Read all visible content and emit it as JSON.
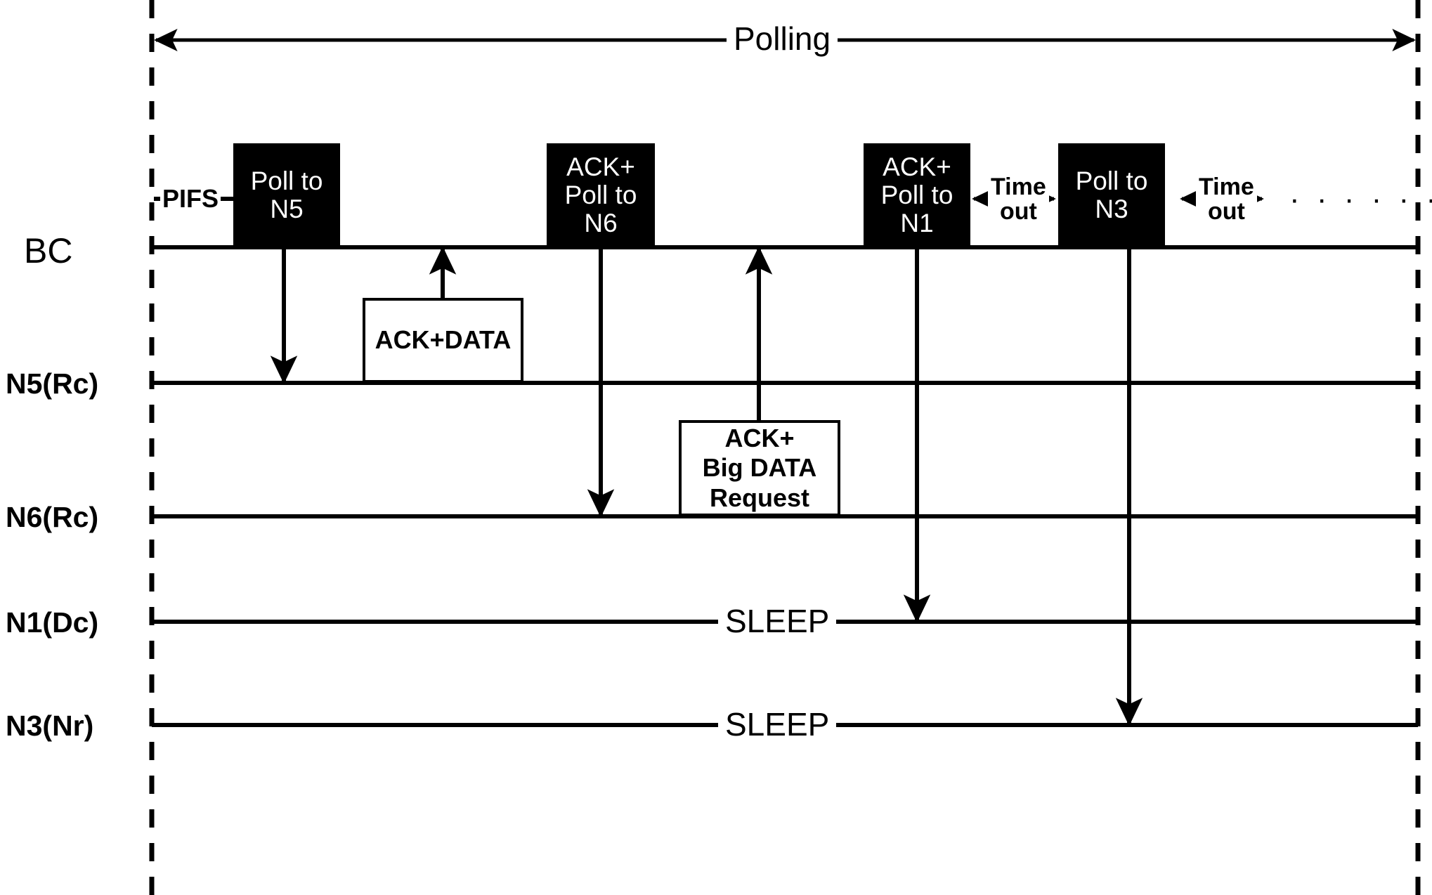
{
  "diagram": {
    "title": "Polling",
    "sleep_label": "SLEEP",
    "pifs_label": "PIFS",
    "continuation_dots": "· · · · · ·",
    "colors": {
      "frame_fill": "#000000",
      "frame_text": "#ffffff",
      "line": "#000000",
      "background": "#ffffff"
    },
    "rows": [
      {
        "id": "bc",
        "label": "BC"
      },
      {
        "id": "n5",
        "label": "N5(Rc)"
      },
      {
        "id": "n6",
        "label": "N6(Rc)"
      },
      {
        "id": "n1",
        "label": "N1(Dc)"
      },
      {
        "id": "n3",
        "label": "N3(Nr)"
      }
    ],
    "bc_frames": [
      {
        "id": "poll-n5",
        "line1": "Poll to",
        "line2": "N5",
        "line3": ""
      },
      {
        "id": "ack-poll-n6",
        "line1": "ACK+",
        "line2": "Poll to",
        "line3": "N6"
      },
      {
        "id": "ack-poll-n1",
        "line1": "ACK+",
        "line2": "Poll to",
        "line3": "N1"
      },
      {
        "id": "poll-n3",
        "line1": "Poll to",
        "line2": "N3",
        "line3": ""
      }
    ],
    "node_frames": [
      {
        "id": "ack-data",
        "row": "n5",
        "line1": "ACK+DATA",
        "line2": "",
        "line3": ""
      },
      {
        "id": "ack-bigdata",
        "row": "n6",
        "line1": "ACK+",
        "line2": "Big DATA",
        "line3": "Request"
      }
    ],
    "timeouts": [
      {
        "id": "timeout-1",
        "line1": "Time",
        "line2": "out"
      },
      {
        "id": "timeout-2",
        "line1": "Time",
        "line2": "out"
      }
    ],
    "sleep_rows": [
      {
        "row": "n1",
        "label": "SLEEP"
      },
      {
        "row": "n3",
        "label": "SLEEP"
      }
    ]
  }
}
